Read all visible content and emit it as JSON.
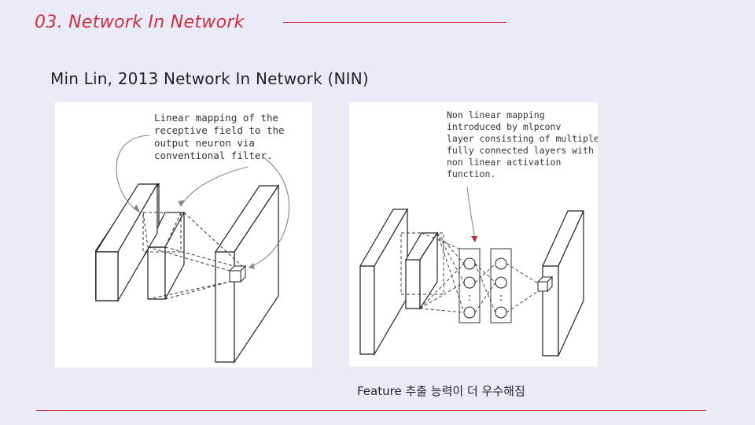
{
  "slide": {
    "title": "03. Network In Network",
    "subtitle": "Min Lin, 2013 Network In Network (NIN)",
    "caption": "Feature 추출 능력이 더 우수해짐"
  },
  "figure_left": {
    "annotation_lines": [
      "Linear mapping of the",
      "receptive field to the",
      "output neuron via",
      "conventional filter."
    ],
    "accent_color": "#b03040"
  },
  "figure_right": {
    "annotation_lines": [
      "Non linear mapping",
      "introduced by mlpconv",
      "layer consisting of multiple",
      "fully connected layers with",
      "non linear activation",
      "function."
    ],
    "accent_color": "#b03040"
  }
}
